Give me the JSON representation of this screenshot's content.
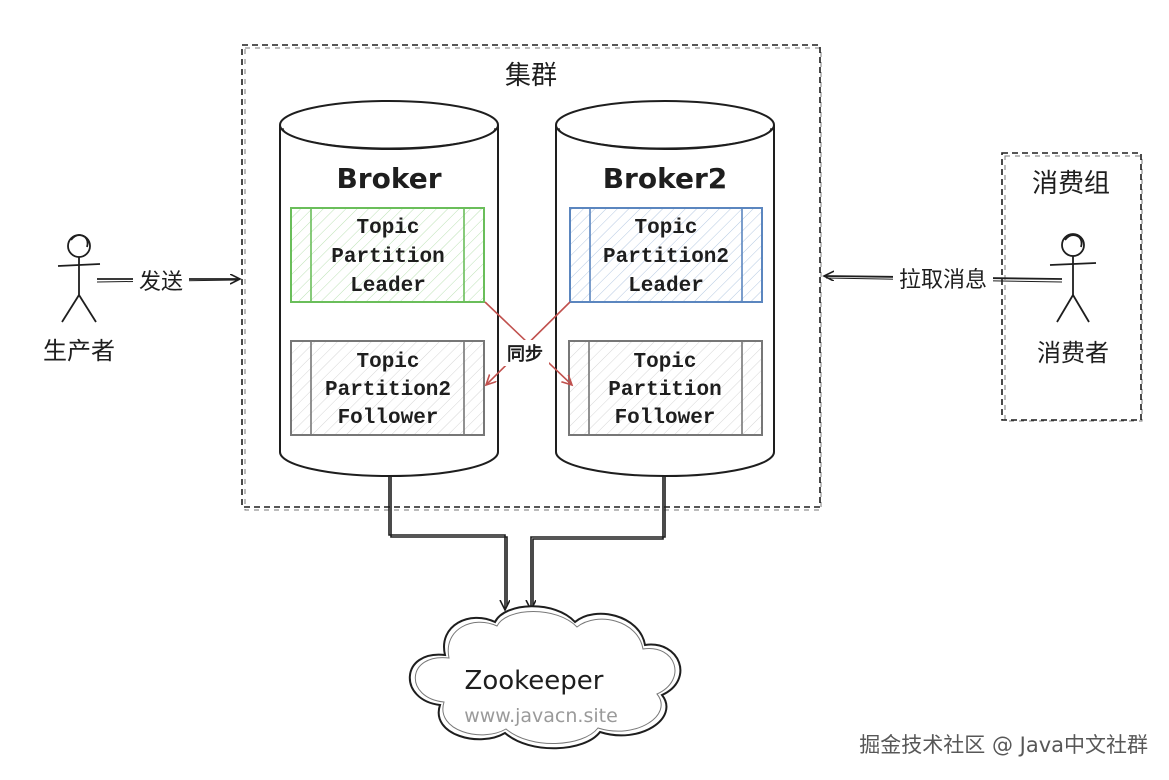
{
  "cluster": {
    "title": "集群"
  },
  "brokers": [
    {
      "name": "Broker",
      "leader": {
        "lines": [
          "Topic",
          "Partition",
          "Leader"
        ],
        "color": "#6abe5a"
      },
      "follower": {
        "lines": [
          "Topic",
          "Partition2",
          "Follower"
        ],
        "color": "#777777"
      }
    },
    {
      "name": "Broker2",
      "leader": {
        "lines": [
          "Topic",
          "Partition2",
          "Leader"
        ],
        "color": "#5b86bf"
      },
      "follower": {
        "lines": [
          "Topic",
          "Partition",
          "Follower"
        ],
        "color": "#777777"
      }
    }
  ],
  "sync_label": "同步",
  "producer": {
    "label": "生产者",
    "arrow_label": "发送"
  },
  "consumer_group": {
    "title": "消费组",
    "consumer_label": "消费者",
    "arrow_label": "拉取消息"
  },
  "zookeeper": {
    "name": "Zookeeper",
    "url": "www.javacn.site"
  },
  "watermark": "掘金技术社区 @ Java中文社群",
  "colors": {
    "sync_arrow": "#c0504d",
    "stroke": "#1e1e1e"
  }
}
